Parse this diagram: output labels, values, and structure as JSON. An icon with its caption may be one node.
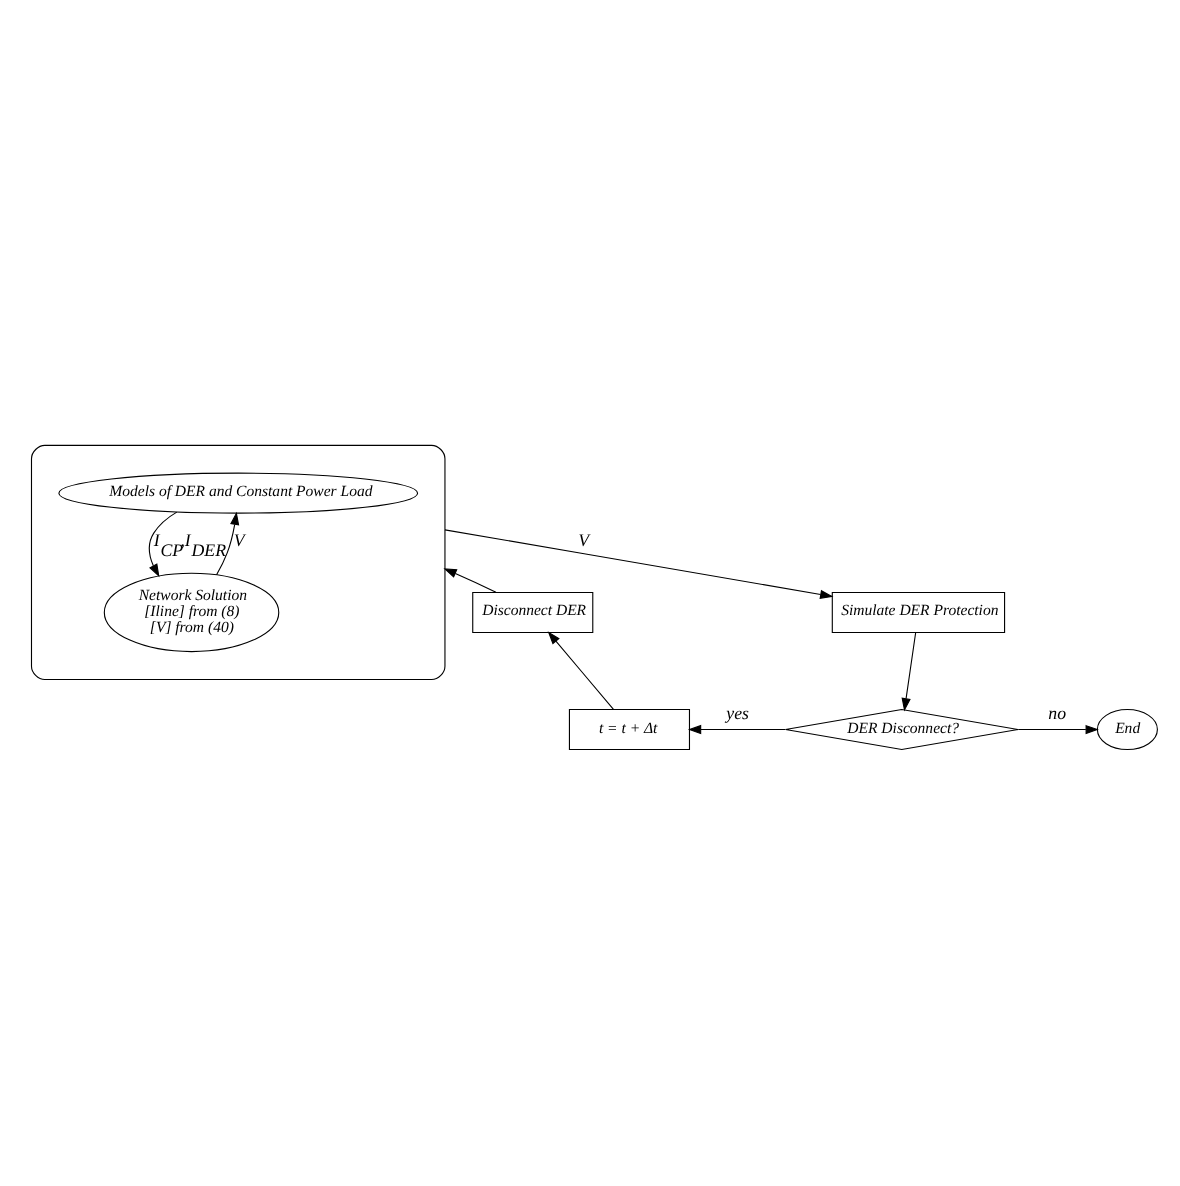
{
  "diagram": {
    "nodes": [
      {
        "text": [],
        "shape": "ellipse"
      },
      {
        "text": [
          "Models of DER and Constant Power Load"
        ],
        "in": 0
      },
      {
        "text": [
          "Network Solution",
          "[Iline] from (8)",
          "[V] from (40)"
        ],
        "in": 0
      },
      {
        "text": [
          "Simulate DER Protection"
        ]
      },
      {
        "text": [
          "DER Disconnect?"
        ]
      },
      {
        "text": [
          "End"
        ]
      },
      {
        "text": [
          "t = t + Δt"
        ]
      },
      {
        "text": [
          "Disconnect DER"
        ]
      }
    ],
    "edges": [
      {
        "from": 1,
        "to": 2,
        "arrow": "to",
        "label": "I$_{CP}$,I$_{DER}$"
      },
      {
        "from": 2,
        "to": 1,
        "arrow": "to",
        "label": "V"
      },
      {
        "from": 0,
        "to": 3,
        "arrow": "to",
        "label": "V"
      },
      {
        "from": 3,
        "to": 4,
        "arrow": "to"
      },
      {
        "from": 4,
        "to": 6,
        "arrow": "to",
        "label": "yes"
      },
      {
        "from": 4,
        "to": 5,
        "arrow": "to",
        "label": "no"
      },
      {
        "from": 6,
        "to": 7,
        "arrow": "to"
      },
      {
        "from": 7,
        "to": 0,
        "arrow": "to"
      }
    ]
  }
}
